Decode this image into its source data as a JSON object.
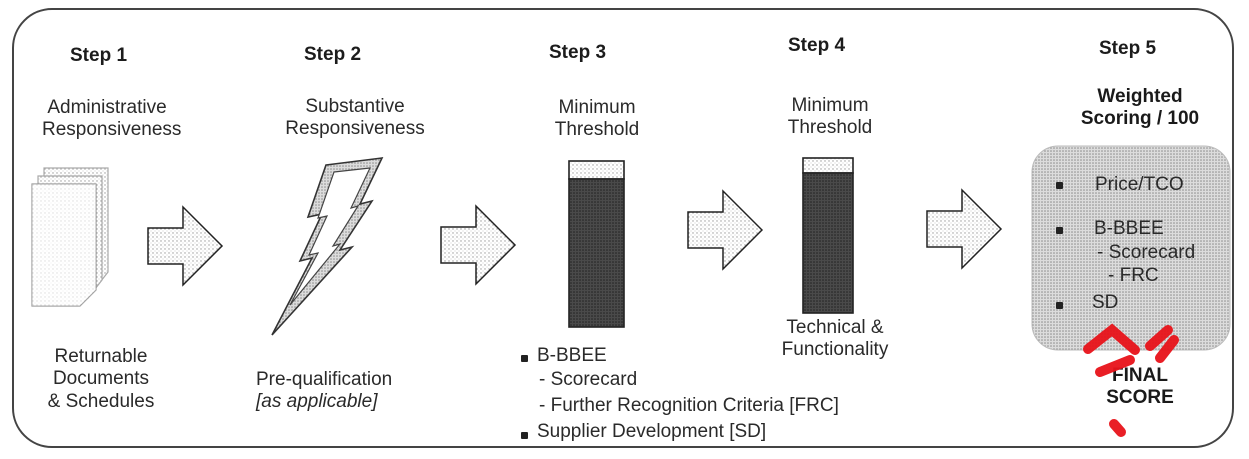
{
  "steps": [
    {
      "title": "Step 1",
      "heading": [
        "Administrative",
        "Responsiveness"
      ],
      "footer": [
        "Returnable",
        "Documents",
        "& Schedules"
      ]
    },
    {
      "title": "Step 2",
      "heading": [
        "Substantive",
        "Responsiveness"
      ],
      "footer": [
        "Pre-qualification",
        "[as applicable]"
      ]
    },
    {
      "title": "Step 3",
      "heading": [
        "Minimum",
        "Threshold"
      ],
      "footer": [
        "B-BBEE",
        "- Scorecard",
        "- Further Recognition Criteria [FRC]",
        "Supplier Development [SD]"
      ]
    },
    {
      "title": "Step 4",
      "heading": [
        "Minimum",
        "Threshold"
      ],
      "footer": [
        "Technical &",
        "Functionality"
      ]
    },
    {
      "title": "Step 5",
      "heading": [
        "Weighted",
        "Scoring / 100"
      ],
      "box_items": [
        "Price/TCO",
        "B-BBEE",
        "- Scorecard",
        "- FRC",
        "SD"
      ],
      "footer": [
        "FINAL",
        "SCORE"
      ]
    }
  ],
  "colors": {
    "border": "#444444",
    "bar_dark": "#3a3a3a",
    "watermark": "#e8131a"
  }
}
